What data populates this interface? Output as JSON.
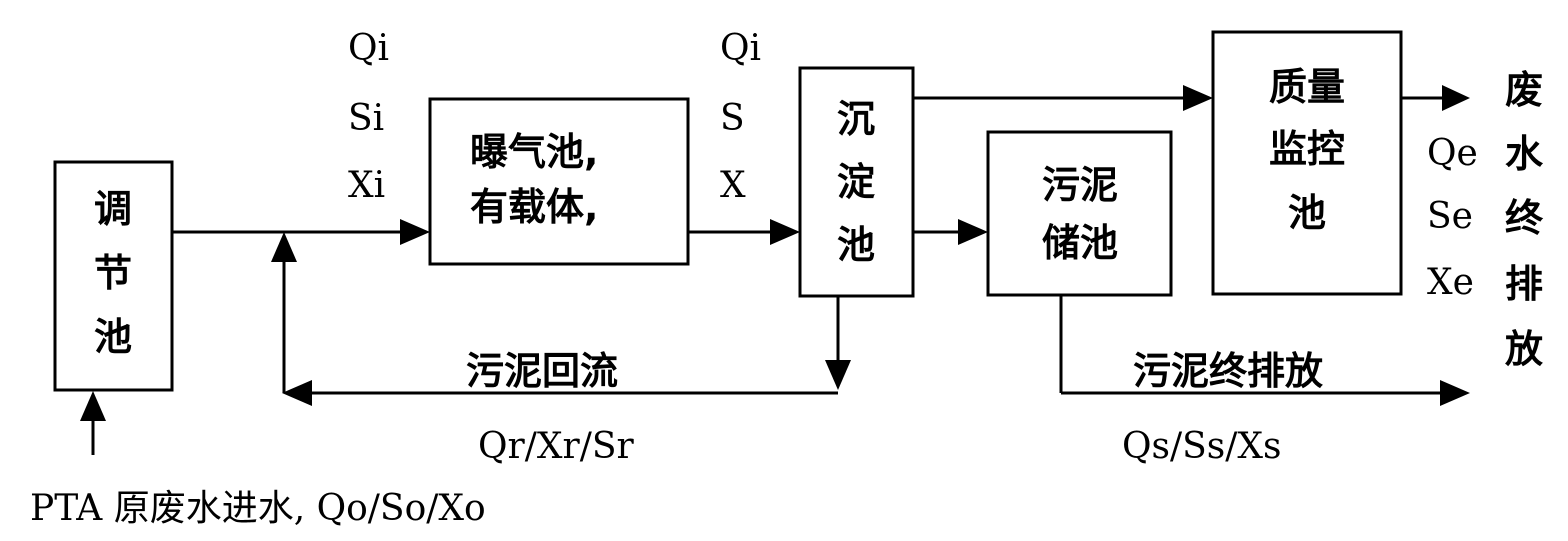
{
  "nodes": {
    "regulating_tank": [
      "调",
      "节",
      "池"
    ],
    "aeration_tank": [
      "曝气池,",
      "有载体,"
    ],
    "settling_tank": [
      "沉",
      "淀",
      "池"
    ],
    "sludge_storage": [
      "污泥",
      "储池"
    ],
    "quality_monitor": [
      "质量",
      "监控",
      "池"
    ]
  },
  "labels": {
    "inlet_vars": [
      "Qi",
      "Si",
      "Xi"
    ],
    "aeration_out_vars": [
      "Qi",
      "S",
      "X"
    ],
    "effluent_vars": [
      "Qe",
      "Se",
      "Xe"
    ],
    "effluent_title": [
      "废",
      "水",
      "终",
      "排",
      "放"
    ],
    "sludge_return": "污泥回流",
    "sludge_return_vars": "Qr/Xr/Sr",
    "sludge_final": "污泥终排放",
    "sludge_final_vars": "Qs/Ss/Xs",
    "feed": "PTA 原废水进水, Qo/So/Xo"
  },
  "colors": {
    "stroke": "#000000",
    "background": "#ffffff"
  }
}
